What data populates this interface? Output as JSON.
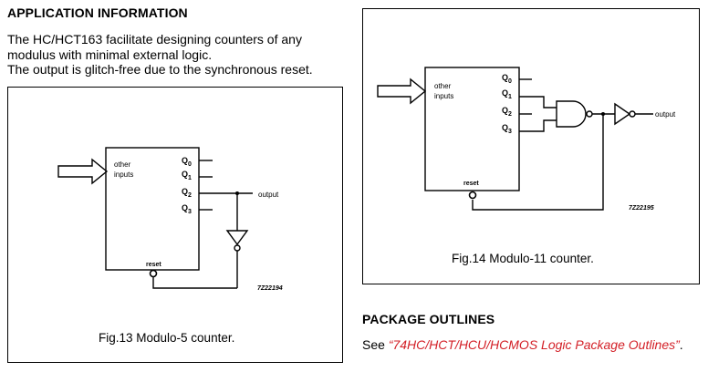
{
  "app_info": {
    "heading": "APPLICATION INFORMATION",
    "para_lines": [
      "The HC/HCT163 facilitate designing counters of any",
      "modulus with minimal external logic.",
      "The output is glitch-free due to the synchronous reset."
    ]
  },
  "fig13": {
    "caption": "Fig.13  Modulo-5 counter.",
    "block_label_1": "other",
    "block_label_2": "inputs",
    "pins": [
      "Q",
      "Q",
      "Q",
      "Q"
    ],
    "pin_subscripts": [
      "0",
      "1",
      "2",
      "3"
    ],
    "reset_label": "reset",
    "output_label": "output",
    "ref_code": "7Z22194"
  },
  "fig14": {
    "caption": "Fig.14  Modulo-11 counter.",
    "block_label_1": "other",
    "block_label_2": "inputs",
    "pins": [
      "Q",
      "Q",
      "Q",
      "Q"
    ],
    "pin_subscripts": [
      "0",
      "1",
      "2",
      "3"
    ],
    "reset_label": "reset",
    "output_label": "output",
    "ref_code": "7Z22195"
  },
  "package": {
    "heading": "PACKAGE OUTLINES",
    "see_text": "See ",
    "link_text": "“74HC/HCT/HCU/HCMOS Logic Package Outlines”",
    "end_text": "."
  }
}
